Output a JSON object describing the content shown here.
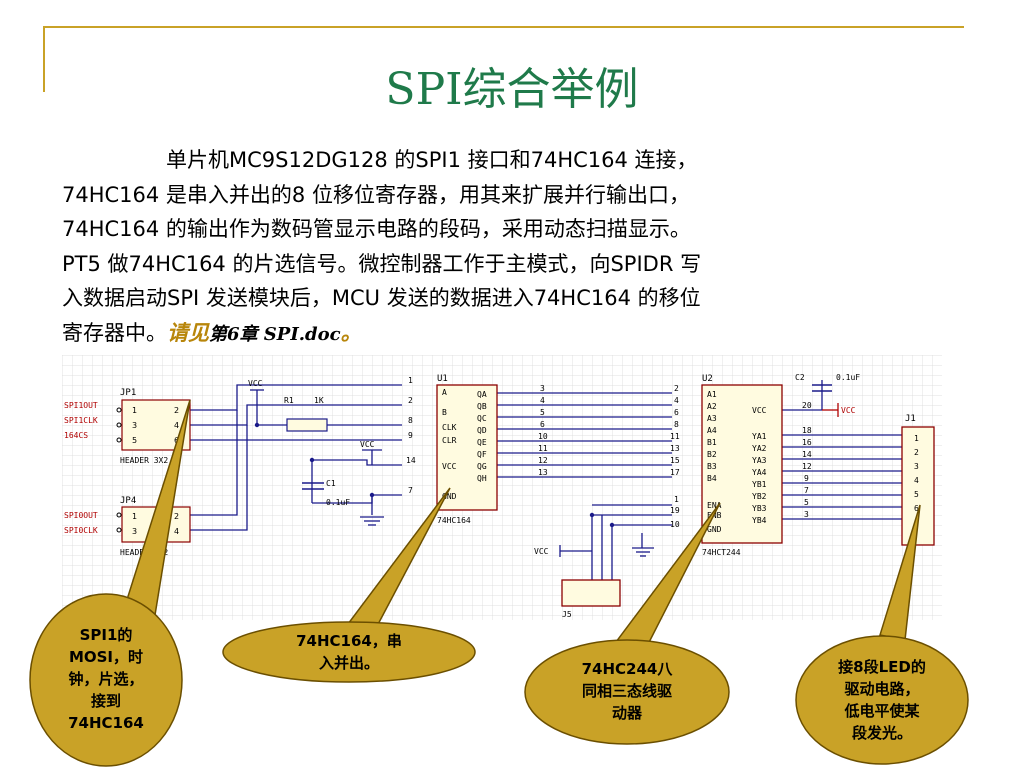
{
  "slide": {
    "title": "SPI综合举例",
    "paragraph": {
      "line1": "单片机MC9S12DG128 的SPI1 接口和74HC164 连接，",
      "line2": "74HC164 是串入并出的8 位移位寄存器，用其来扩展并行输出口，",
      "line3": "74HC164 的输出作为数码管显示电路的段码，采用动态扫描显示。",
      "line4": "PT5 做74HC164 的片选信号。微控制器工作于主模式，向SPIDR 写",
      "line5": "入数据启动SPI 发送模块后，MCU 发送的数据进入74HC164 的移位",
      "line6_prefix": "寄存器中。",
      "ref_highlight": "请见",
      "ref_doc": "第6章 SPI.doc",
      "ref_end": "。"
    }
  },
  "schematic": {
    "jp1": {
      "ref": "JP1",
      "name": "HEADER 3X2",
      "signals": [
        "SPI1OUT",
        "SPI1CLK",
        "164CS"
      ],
      "pins_left": [
        "1",
        "3",
        "5"
      ],
      "pins_right": [
        "2",
        "4",
        "6"
      ]
    },
    "jp4": {
      "ref": "JP4",
      "name": "HEADER 2X2",
      "signals": [
        "SPI0OUT",
        "SPI0CLK"
      ],
      "pins_left": [
        "1",
        "3"
      ],
      "pins_right": [
        "2",
        "4"
      ]
    },
    "r1": {
      "ref": "R1",
      "value": "1K"
    },
    "c1": {
      "ref": "C1",
      "value": "0.1uF"
    },
    "c2": {
      "ref": "C2",
      "value": "0.1uF"
    },
    "vcc": "VCC",
    "u1": {
      "ref": "U1",
      "name": "74HC164",
      "left_pins": [
        {
          "num": "1",
          "name": "A"
        },
        {
          "num": "2",
          "name": "B"
        },
        {
          "num": "8",
          "name": "CLK"
        },
        {
          "num": "9",
          "name": "CLR"
        },
        {
          "num": "14",
          "name": "VCC"
        },
        {
          "num": "7",
          "name": "GND"
        }
      ],
      "right_pins": [
        {
          "num": "3",
          "name": "QA"
        },
        {
          "num": "4",
          "name": "QB"
        },
        {
          "num": "5",
          "name": "QC"
        },
        {
          "num": "6",
          "name": "QD"
        },
        {
          "num": "10",
          "name": "QE"
        },
        {
          "num": "11",
          "name": "QF"
        },
        {
          "num": "12",
          "name": "QG"
        },
        {
          "num": "13",
          "name": "QH"
        }
      ]
    },
    "u2": {
      "ref": "U2",
      "name": "74HCT244",
      "left_pins": [
        {
          "num": "2",
          "name": "A1"
        },
        {
          "num": "4",
          "name": "A2"
        },
        {
          "num": "6",
          "name": "A3"
        },
        {
          "num": "8",
          "name": "A4"
        },
        {
          "num": "11",
          "name": "B1"
        },
        {
          "num": "13",
          "name": "B2"
        },
        {
          "num": "15",
          "name": "B3"
        },
        {
          "num": "17",
          "name": "B4"
        },
        {
          "num": "1",
          "name": "ENA"
        },
        {
          "num": "19",
          "name": "ENB"
        },
        {
          "num": "10",
          "name": "GND"
        }
      ],
      "right_pins": [
        {
          "num": "20",
          "name": "VCC"
        },
        {
          "num": "18",
          "name": "YA1"
        },
        {
          "num": "16",
          "name": "YA2"
        },
        {
          "num": "14",
          "name": "YA3"
        },
        {
          "num": "12",
          "name": "YA4"
        },
        {
          "num": "9",
          "name": "YB1"
        },
        {
          "num": "7",
          "name": "YB2"
        },
        {
          "num": "5",
          "name": "YB3"
        },
        {
          "num": "3",
          "name": "YB4"
        }
      ]
    },
    "j1": {
      "ref": "J1",
      "pins": [
        "1",
        "2",
        "3",
        "4",
        "5",
        "6"
      ]
    },
    "j5": {
      "ref": "J5"
    }
  },
  "annotations": {
    "spi1": {
      "line1": "SPI1的",
      "line2": "MOSI，时",
      "line3": "钟，片选，",
      "line4": "接到",
      "line5": "74HC164"
    },
    "hc164": {
      "line1": "74HC164，串",
      "line2": "入并出。"
    },
    "hc244": {
      "line1": "74HC244八",
      "line2": "同相三态线驱",
      "line3": "动器"
    },
    "led": {
      "line1": "接8段LED的",
      "line2": "驱动电路，",
      "line3": "低电平使某",
      "line4": "段发光。"
    }
  },
  "colors": {
    "accent_gold": "#c9a227",
    "title_green": "#1f7a4a",
    "bubble_fill": "#c9a227",
    "wire_blue": "#1a1a8a",
    "chip_fill": "#fffbe0",
    "net_red": "#b00000"
  }
}
